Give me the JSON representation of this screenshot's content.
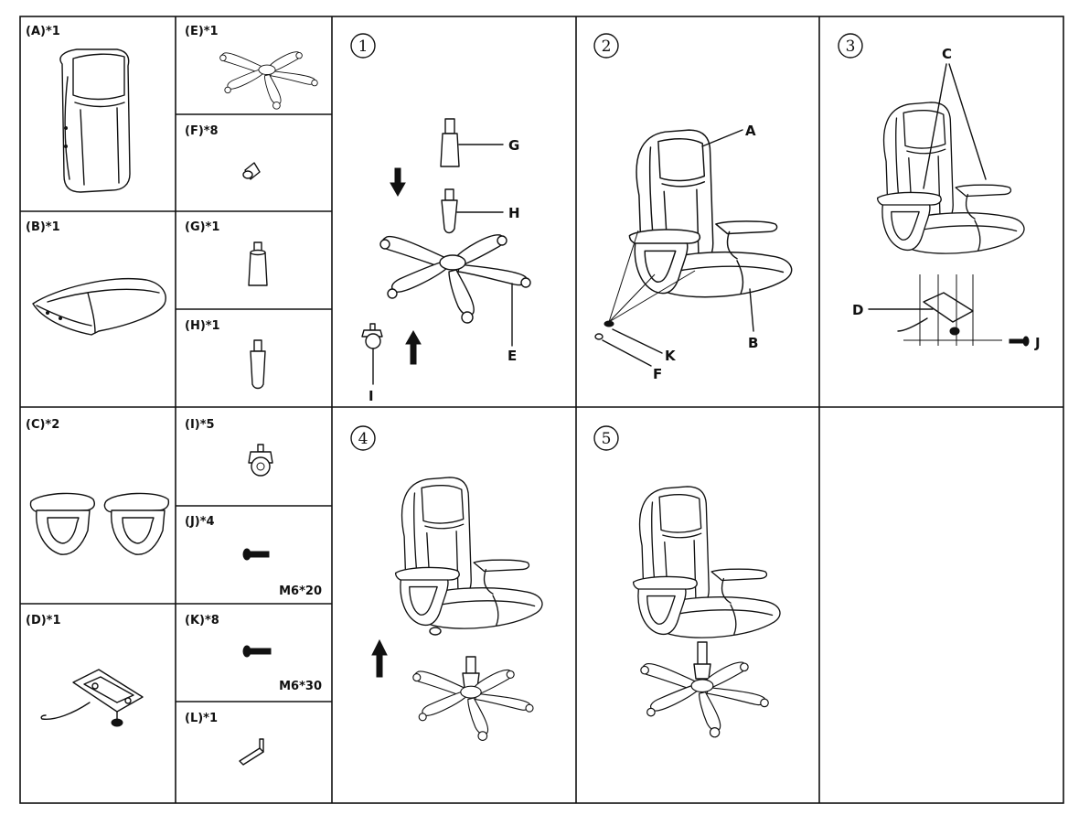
{
  "parts": [
    {
      "id": "A",
      "label": "(A)*1"
    },
    {
      "id": "B",
      "label": "(B)*1"
    },
    {
      "id": "C",
      "label": "(C)*2"
    },
    {
      "id": "D",
      "label": "(D)*1"
    },
    {
      "id": "E",
      "label": "(E)*1"
    },
    {
      "id": "F",
      "label": "(F)*8"
    },
    {
      "id": "G",
      "label": "(G)*1"
    },
    {
      "id": "H",
      "label": "(H)*1"
    },
    {
      "id": "I",
      "label": "(I)*5"
    },
    {
      "id": "J",
      "label": "(J)*4",
      "size": "M6*20"
    },
    {
      "id": "K",
      "label": "(K)*8",
      "size": "M6*30"
    },
    {
      "id": "L",
      "label": "(L)*1"
    }
  ],
  "steps": [
    {
      "number": "1",
      "callouts": [
        "G",
        "H",
        "E",
        "I"
      ]
    },
    {
      "number": "2",
      "callouts": [
        "A",
        "B",
        "K",
        "F"
      ]
    },
    {
      "number": "3",
      "callouts": [
        "C",
        "D",
        "J"
      ]
    },
    {
      "number": "4",
      "callouts": []
    },
    {
      "number": "5",
      "callouts": []
    }
  ]
}
